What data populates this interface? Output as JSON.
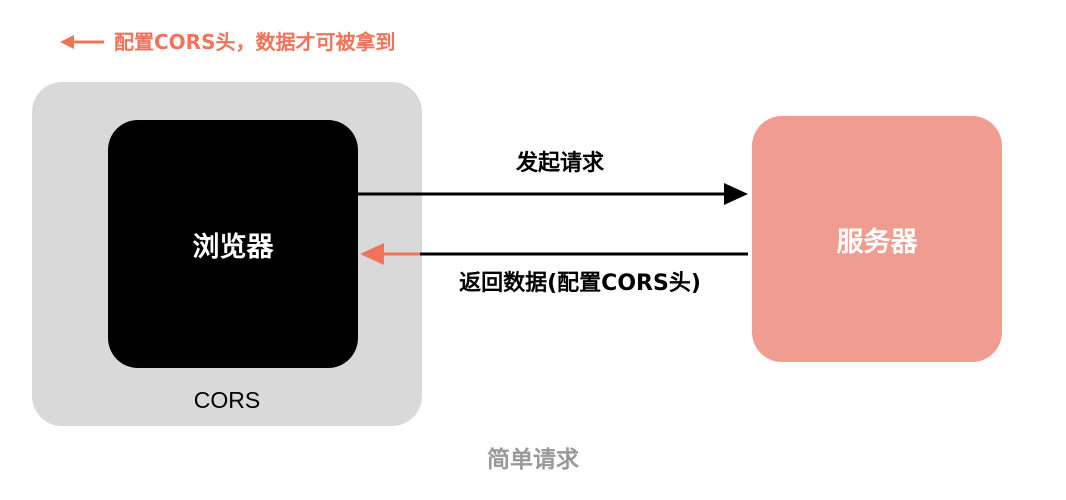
{
  "legend": {
    "arrow_icon": "left-arrow-icon",
    "label": "配置CORS头，数据才可被拿到",
    "color": "#ef7459"
  },
  "zone": {
    "label": "CORS",
    "color": "#d9d9d9"
  },
  "browser": {
    "label": "浏览器",
    "color": "#000000"
  },
  "server": {
    "label": "服务器",
    "color": "#f19c90"
  },
  "flows": {
    "request_label": "发起请求",
    "response_label": "返回数据(配置CORS头)",
    "response_arrowhead_color": "#ef7459"
  },
  "caption": "简单请求"
}
